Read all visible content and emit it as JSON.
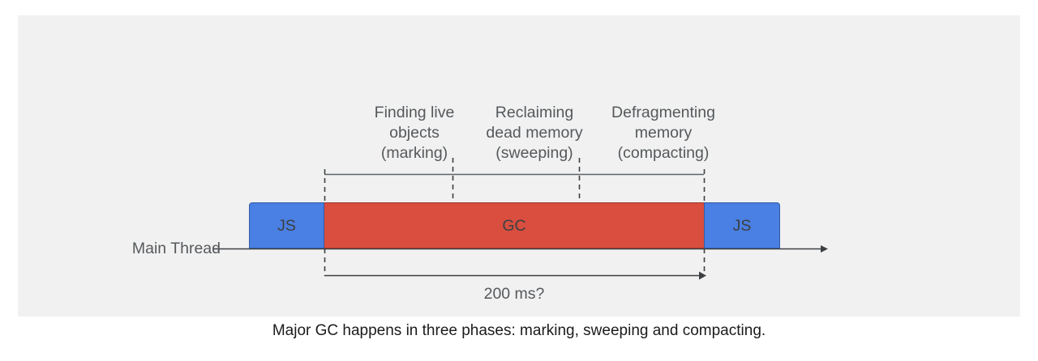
{
  "slide": {
    "background_color": "#f1f1f1",
    "page_background": "#ffffff"
  },
  "diagram": {
    "title_caption": "Major GC happens in three phases: marking, sweeping and compacting.",
    "axis": {
      "label": "Main Thread",
      "line_color": "#3c4043"
    },
    "phases": [
      {
        "label": "Finding live\nobjects\n(marking)"
      },
      {
        "label": "Reclaiming\ndead memory\n(sweeping)"
      },
      {
        "label": "Defragmenting\nmemory\n(compacting)"
      }
    ],
    "bars": [
      {
        "label": "JS",
        "color": "#4a7fe3",
        "name": "js-left"
      },
      {
        "label": "GC",
        "color": "#d94e3e",
        "name": "gc"
      },
      {
        "label": "JS",
        "color": "#4a7fe3",
        "name": "js-right"
      }
    ],
    "duration": {
      "label": "200 ms?"
    }
  },
  "colors": {
    "js_blue": "#4a7fe3",
    "gc_red": "#d94e3e",
    "text_gray": "#55595c",
    "caption_black": "#1b1b1b",
    "panel_gray": "#f1f1f1"
  }
}
